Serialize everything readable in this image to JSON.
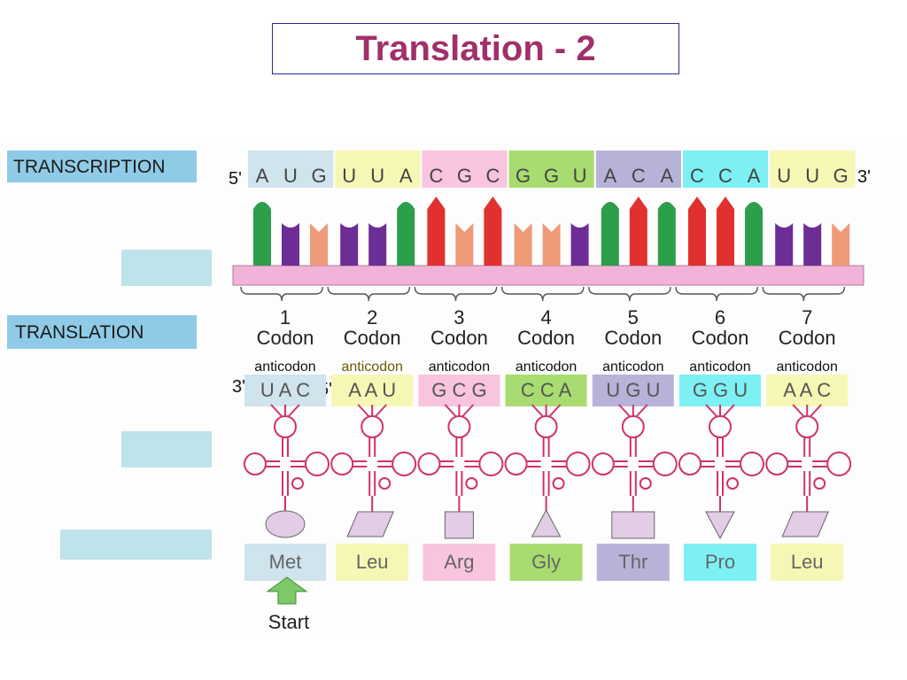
{
  "title": "Translation - 2",
  "section_labels": {
    "transcription": "TRANSCRIPTION",
    "translation": "TRANSLATION"
  },
  "mrna": {
    "five_prime": "5'",
    "three_prime": "3'",
    "codons": [
      {
        "bases": [
          "A",
          "U",
          "G"
        ],
        "color": "#cfe4ec"
      },
      {
        "bases": [
          "U",
          "U",
          "A"
        ],
        "color": "#f7f7b5"
      },
      {
        "bases": [
          "C",
          "G",
          "C"
        ],
        "color": "#f9c4de"
      },
      {
        "bases": [
          "G",
          "G",
          "U"
        ],
        "color": "#a9dc70"
      },
      {
        "bases": [
          "A",
          "C",
          "A"
        ],
        "color": "#b7b3d8"
      },
      {
        "bases": [
          "C",
          "C",
          "A"
        ],
        "color": "#7df0f4"
      },
      {
        "bases": [
          "U",
          "U",
          "G"
        ],
        "color": "#f7f7b5"
      }
    ],
    "backbone_color": "#f1b3d8"
  },
  "base_colors": {
    "A": "#2d9e4a",
    "U": "#6d2d96",
    "C": "#e0312e",
    "G": "#ef9a78"
  },
  "codon_labels": [
    {
      "number": "1",
      "word": "Codon"
    },
    {
      "number": "2",
      "word": "Codon"
    },
    {
      "number": "3",
      "word": "Codon"
    },
    {
      "number": "4",
      "word": "Codon"
    },
    {
      "number": "5",
      "word": "Codon"
    },
    {
      "number": "6",
      "word": "Codon"
    },
    {
      "number": "7",
      "word": "Codon"
    }
  ],
  "anticodon_word": "anticodon",
  "trna_three_prime": "3'",
  "trna_five_prime": "5'",
  "trnas": [
    {
      "anticodon": "U A C",
      "color": "#cfe4ec",
      "amino_acid": "Met",
      "aa_color": "#cfe4ec",
      "shape": "ellipse"
    },
    {
      "anticodon": "A A U",
      "color": "#f7f7b5",
      "amino_acid": "Leu",
      "aa_color": "#f7f7b5",
      "shape": "parallelogram"
    },
    {
      "anticodon": "G C G",
      "color": "#f9c4de",
      "amino_acid": "Arg",
      "aa_color": "#f9c4de",
      "shape": "square"
    },
    {
      "anticodon": "C C A",
      "color": "#a9dc70",
      "amino_acid": "Gly",
      "aa_color": "#a9dc70",
      "shape": "triangle-up"
    },
    {
      "anticodon": "U G U",
      "color": "#b7b3d8",
      "amino_acid": "Thr",
      "aa_color": "#b7b3d8",
      "shape": "rectangle"
    },
    {
      "anticodon": "G G U",
      "color": "#7df0f4",
      "amino_acid": "Pro",
      "aa_color": "#7df0f4",
      "shape": "triangle-down"
    },
    {
      "anticodon": "A A C",
      "color": "#f7f7b5",
      "amino_acid": "Leu",
      "aa_color": "#f7f7b5",
      "shape": "parallelogram"
    }
  ],
  "start_label": "Start",
  "start_arrow_color": "#7ec86a",
  "trna_color": "#d0326a",
  "aa_shape_fill": "#e2cce6",
  "label_box_color": "#bfe3ea",
  "section_label_color": "#8fcbe6"
}
